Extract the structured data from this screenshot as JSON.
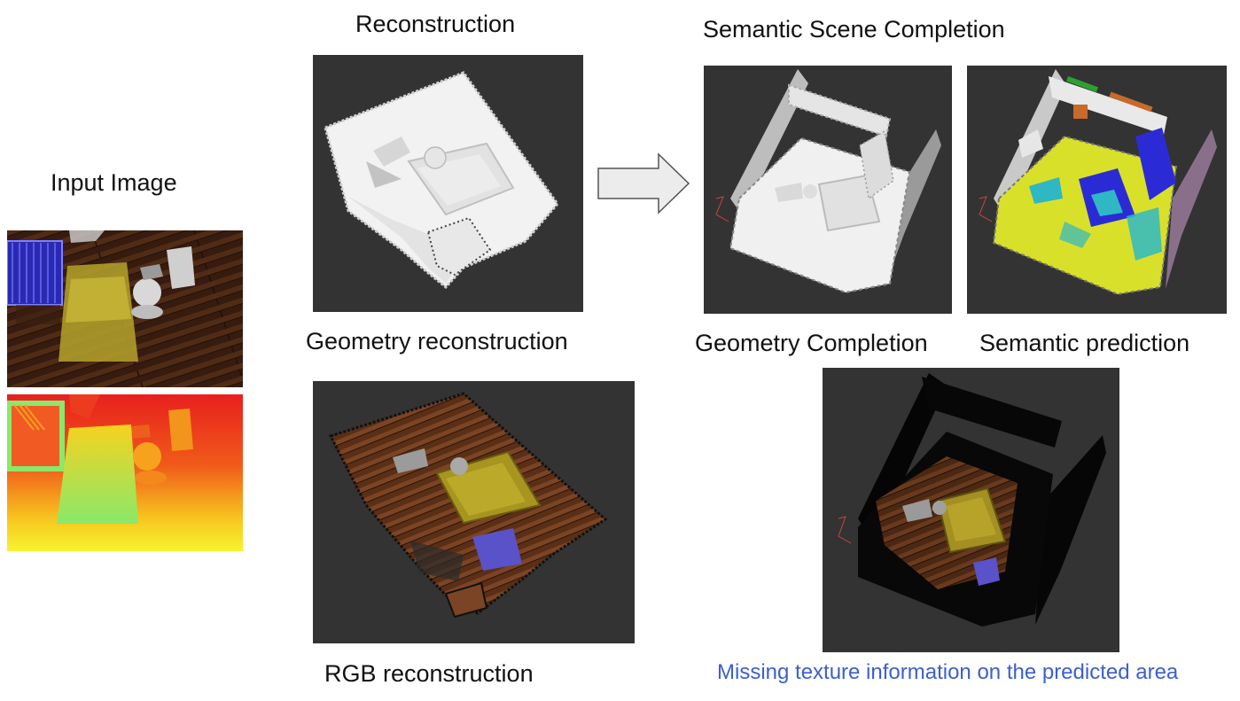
{
  "labels": {
    "input_image": "Input Image",
    "reconstruction": "Reconstruction",
    "semantic_scene_completion": "Semantic Scene Completion",
    "geometry_reconstruction": "Geometry reconstruction",
    "geometry_completion": "Geometry Completion",
    "semantic_prediction": "Semantic prediction",
    "rgb_reconstruction": "RGB reconstruction",
    "missing_texture_note": "Missing texture information on the predicted area"
  },
  "colors": {
    "panel_bg": "#333333",
    "note_text": "#3b5fce",
    "floor_wood": "#6b3a1e",
    "bed_yellow": "#c9b83a",
    "semantic_yellow": "#d9e02a",
    "semantic_blue": "#2b2bd6",
    "semantic_cyan": "#2fb8c4"
  }
}
